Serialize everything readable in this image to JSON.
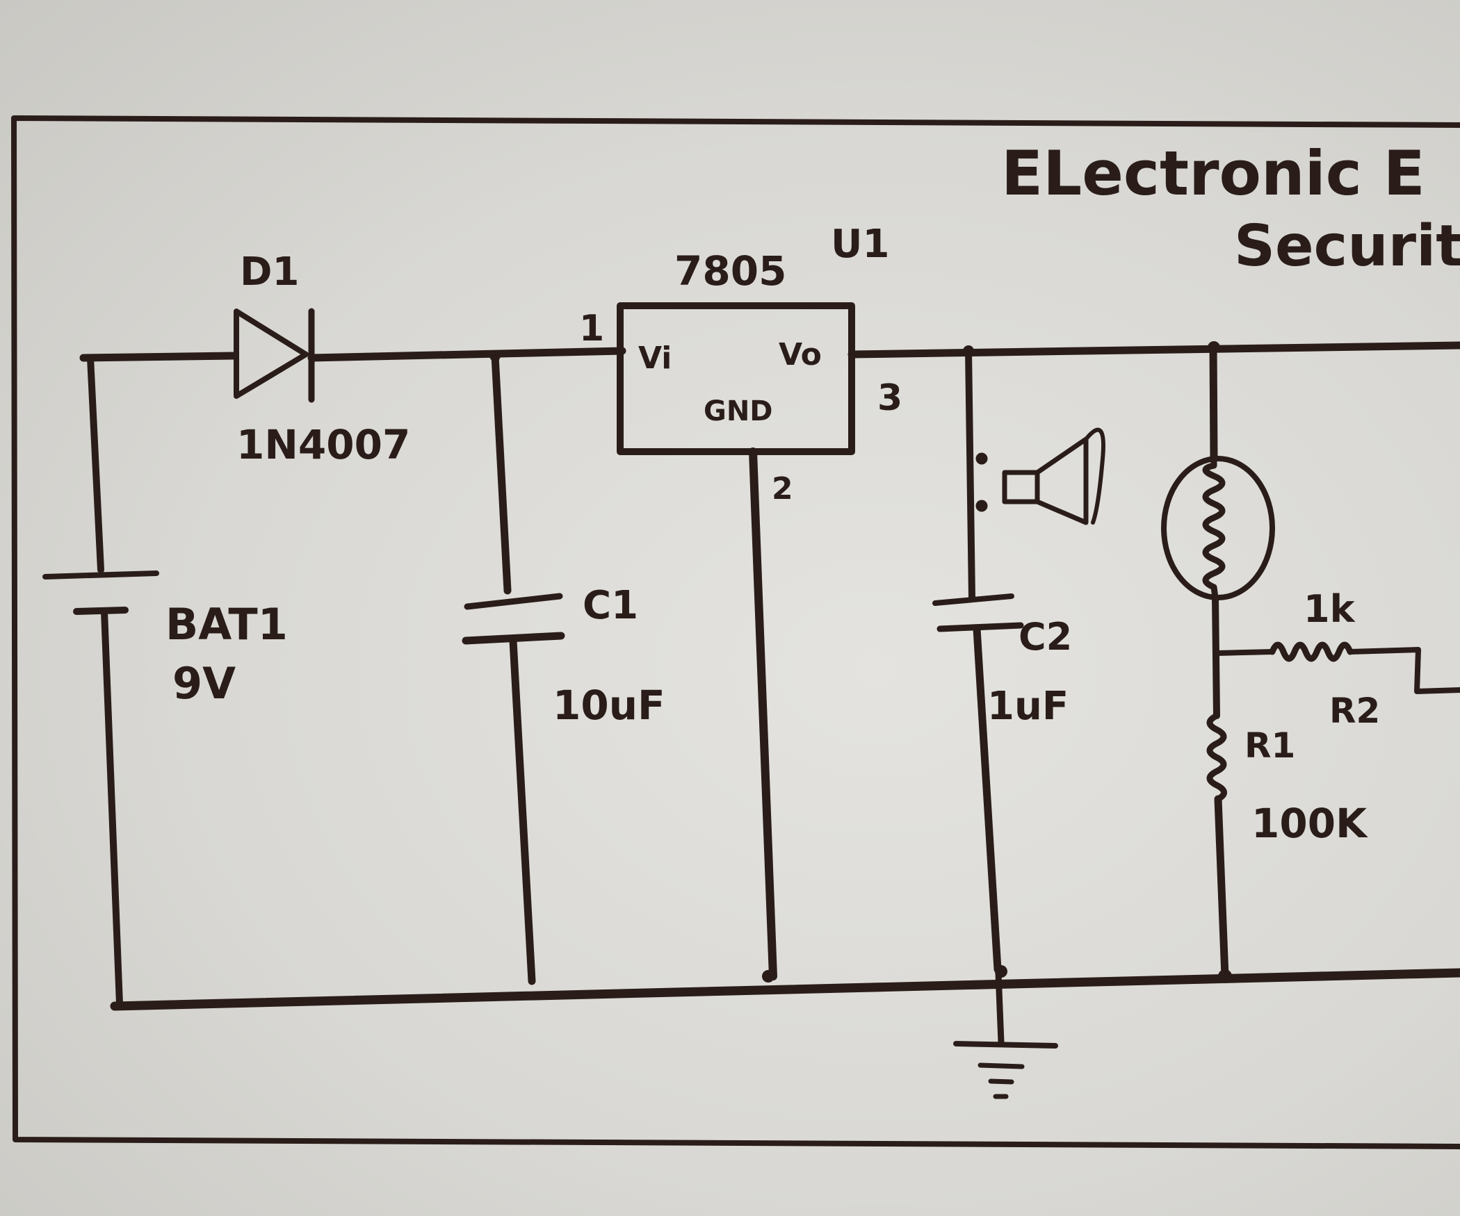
{
  "title": {
    "line1": "ELectronic E",
    "line2": "Securit"
  },
  "components": {
    "diode": {
      "ref": "D1",
      "part": "1N4007"
    },
    "regulator": {
      "ref": "U1",
      "part": "7805",
      "pin_in": "1",
      "pin_gnd": "2",
      "pin_out": "3",
      "label_in": "Vi",
      "label_out": "Vo",
      "label_gnd": "GND"
    },
    "battery": {
      "ref": "BAT1",
      "value": "9V"
    },
    "c1": {
      "ref": "C1",
      "value": "10uF"
    },
    "c2": {
      "ref": "C2",
      "value": "1uF"
    },
    "r1": {
      "ref": "R1",
      "value": "100K"
    },
    "r2": {
      "ref": "R2",
      "value": "1k"
    }
  },
  "colors": {
    "ink": "#2a1d19",
    "paper": "#dddcd8"
  }
}
